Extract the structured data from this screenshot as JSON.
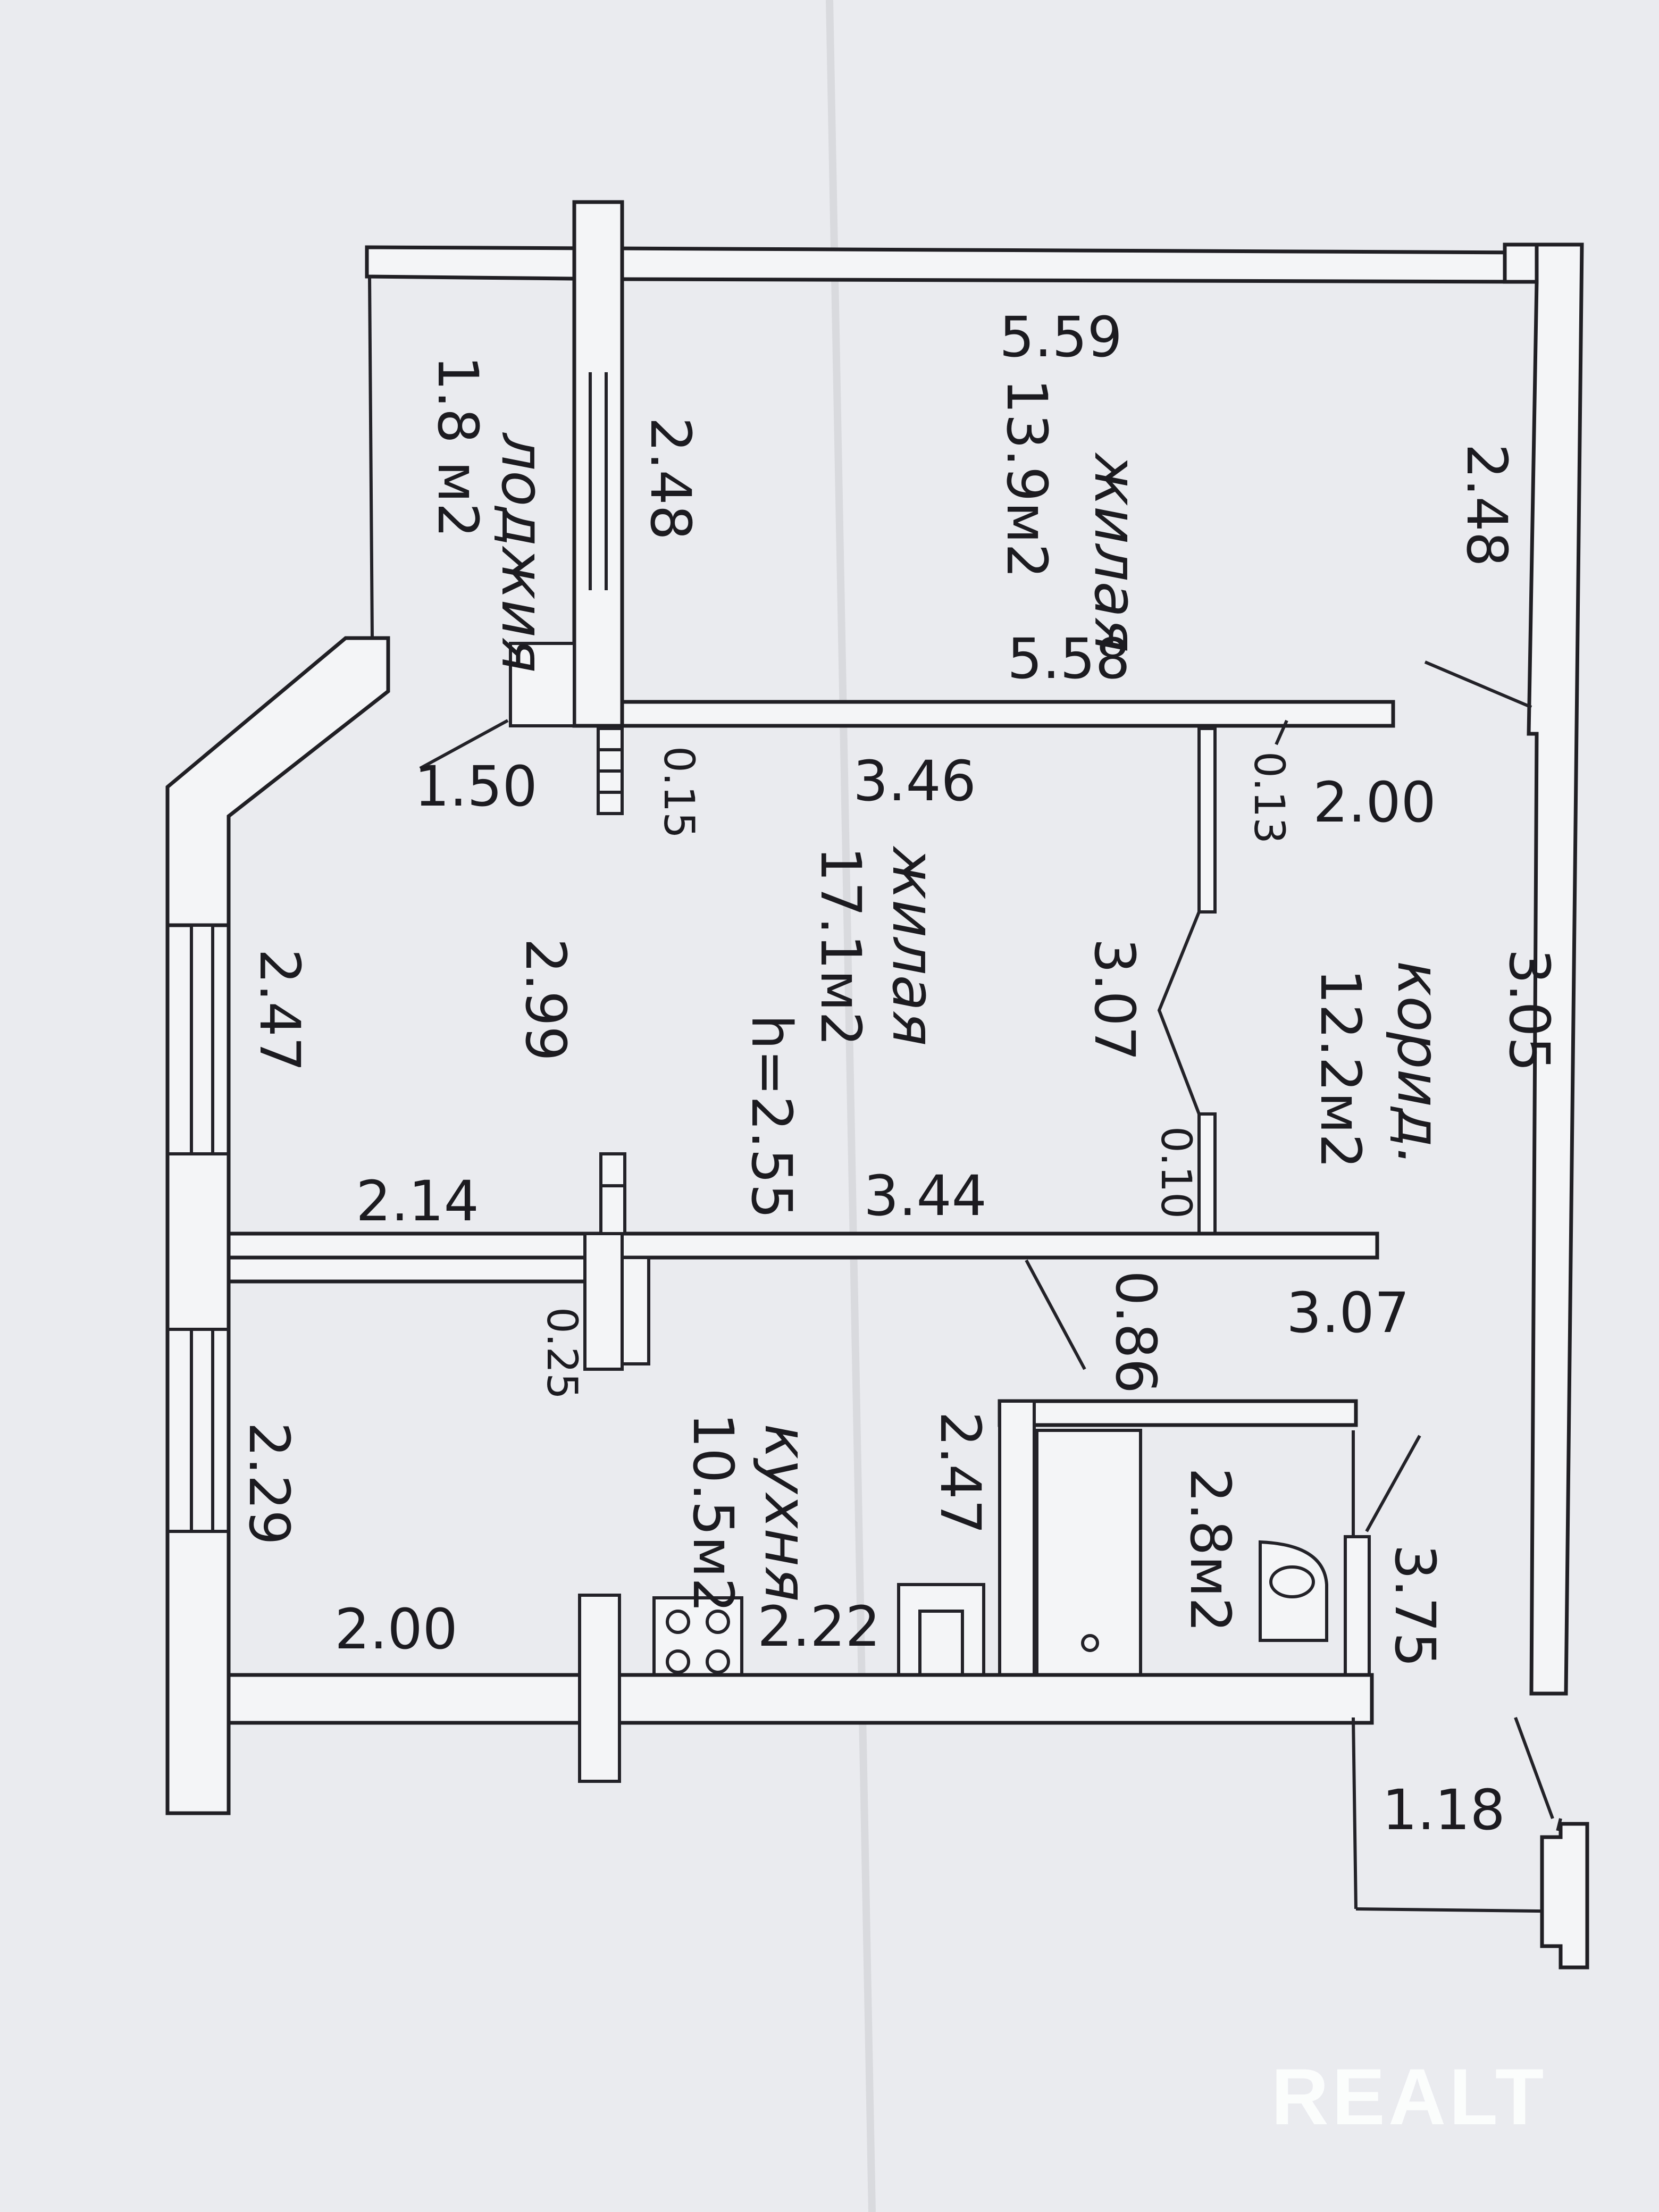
{
  "rooms": {
    "loggia": {
      "name": "лоджия",
      "area": "1.8 м2"
    },
    "living_top": {
      "name": "жилая",
      "area": "13.9м2"
    },
    "living_mid": {
      "name": "жилая",
      "area": "17.1м2",
      "height": "h=2.55"
    },
    "corridor": {
      "name": "корид.",
      "area": "12.2м2"
    },
    "kitchen": {
      "name": "кухня",
      "area": "10.5м2"
    },
    "bath": {
      "area": "2.8м2"
    }
  },
  "dimensions": {
    "d_559": "5.59",
    "d_248_right": "2.48",
    "d_248_loggia": "2.48",
    "d_558": "5.58",
    "d_150": "1.50",
    "d_015": "0.15",
    "d_346": "3.46",
    "d_013": "0.13",
    "d_200_corr": "2.00",
    "d_247_left": "2.47",
    "d_299": "2.99",
    "d_307_mid": "3.07",
    "d_305": "3.05",
    "d_010": "0.10",
    "d_214": "2.14",
    "d_344": "3.44",
    "d_307_right": "3.07",
    "d_025": "0.25",
    "d_086": "0.86",
    "d_247_kitchen": "2.47",
    "d_229": "2.29",
    "d_375": "3.75",
    "d_200_kitchen": "2.00",
    "d_222": "2.22",
    "d_118": "1.18"
  },
  "watermark": "REALT",
  "colors": {
    "paper": "#e9ebef",
    "ink": "#1f1f24",
    "watermark": "#ffffff"
  }
}
